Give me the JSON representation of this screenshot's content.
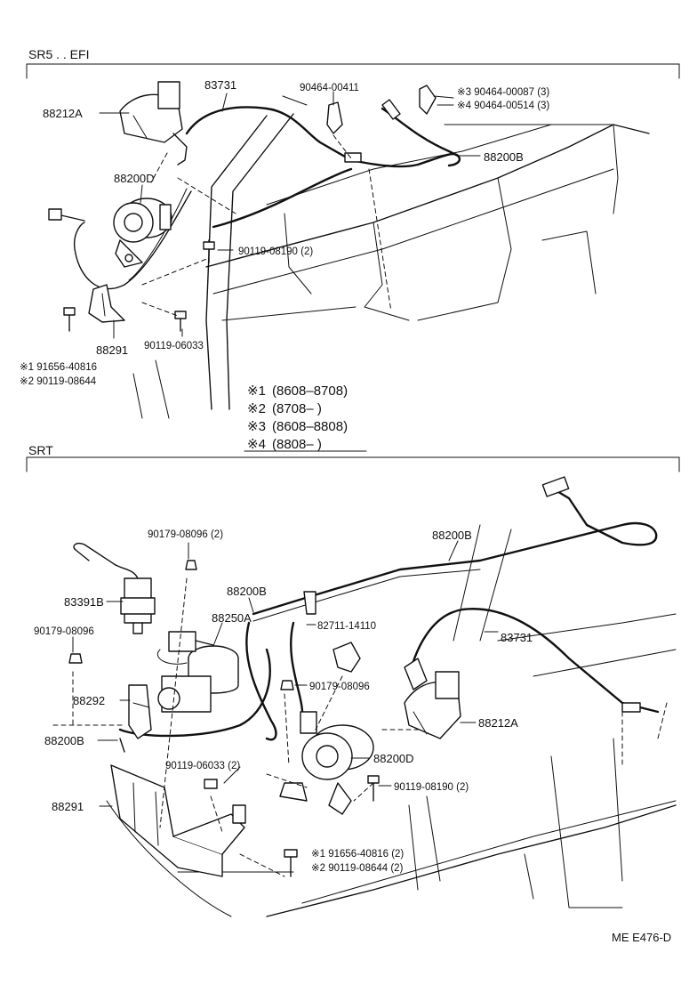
{
  "sections": [
    {
      "title": "SR5 . . EFI"
    },
    {
      "title": "SRT"
    }
  ],
  "legend": [
    {
      "mark": "※1",
      "range": "(8608–8708)"
    },
    {
      "mark": "※2",
      "range": "(8708–        )"
    },
    {
      "mark": "※3",
      "range": "(8608–8808)"
    },
    {
      "mark": "※4",
      "range": "(8808–        )"
    }
  ],
  "top_parts": {
    "p83731": "83731",
    "p90464_00411": "90464-00411",
    "p90464_00087": "※3 90464-00087 (3)",
    "p90464_00514": "※4 90464-00514 (3)",
    "p88212A": "88212A",
    "p88200B": "88200B",
    "p88200D": "88200D",
    "p90119_08190": "90119-08190 (2)",
    "p88291": "88291",
    "p90119_06033": "90119-06033",
    "p91656_40816": "※1 91656-40816",
    "p90119_08644": "※2 90119-08644"
  },
  "bottom_parts": {
    "p90179_08096_2": "90179-08096 (2)",
    "p88200B_top": "88200B",
    "p83391B": "83391B",
    "p88200B_mid": "88200B",
    "p88250A": "88250A",
    "p82711_14110": "82711-14110",
    "p83731": "83731",
    "p90179_08096_left": "90179-08096",
    "p90179_08096_mid": "90179-08096",
    "p88292": "88292",
    "p88212A": "88212A",
    "p88200B_left": "88200B",
    "p88200D": "88200D",
    "p90119_06033": "90119-06033 (2)",
    "p90119_08190": "90119-08190 (2)",
    "p88291": "88291",
    "p91656_40816": "※1 91656-40816 (2)",
    "p90119_08644": "※2 90119-08644 (2)"
  },
  "footer": {
    "code": "ME  E476-D"
  }
}
